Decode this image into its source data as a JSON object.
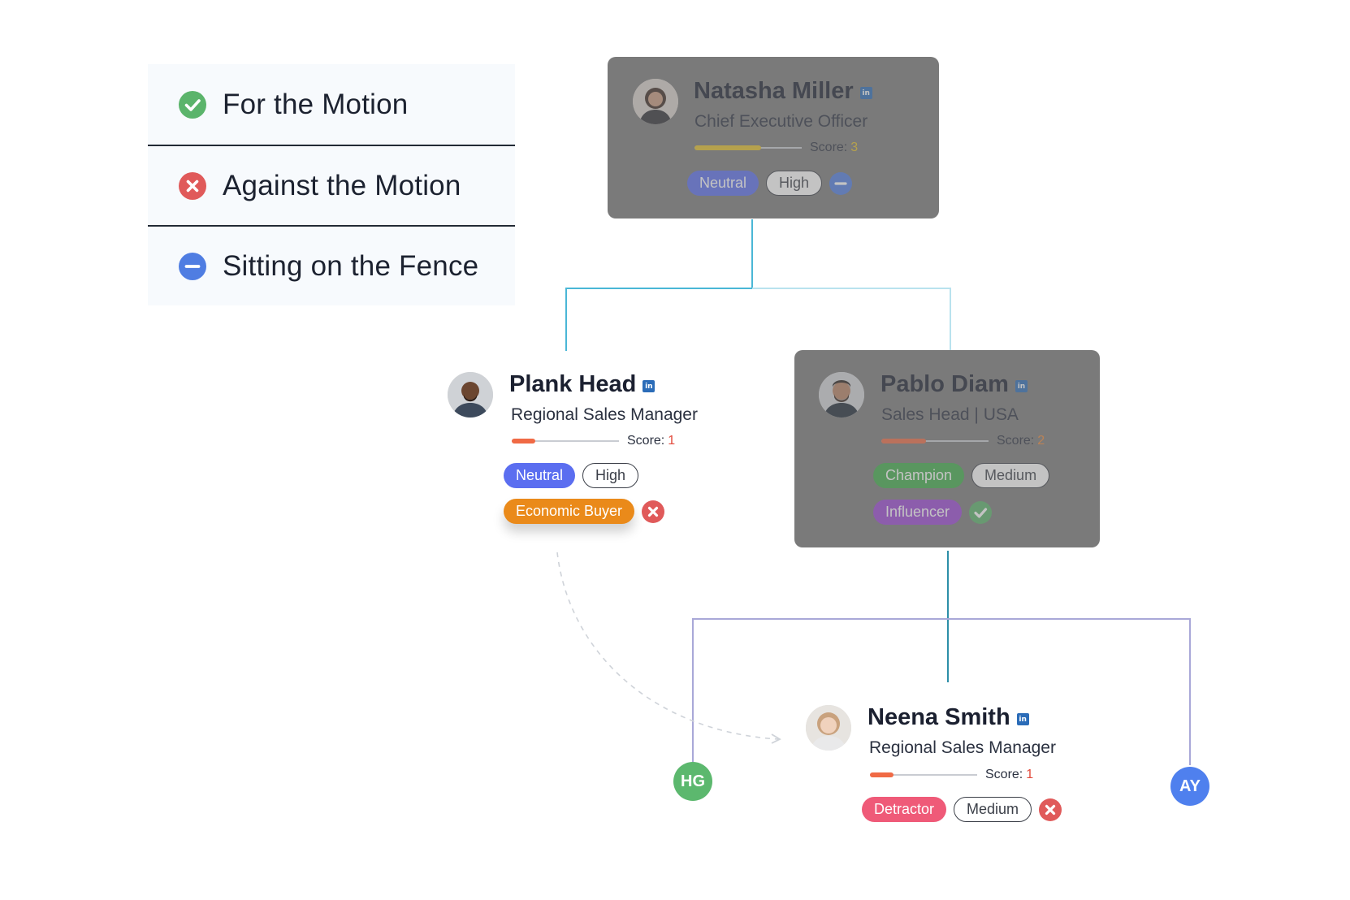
{
  "legend": {
    "items": [
      {
        "label": "For the Motion",
        "icon": "check-circle-icon",
        "color": "#5bb46b"
      },
      {
        "label": "Against the Motion",
        "icon": "x-circle-icon",
        "color": "#e05a5a"
      },
      {
        "label": "Sitting on the Fence",
        "icon": "minus-circle-icon",
        "color": "#4f7de2"
      }
    ]
  },
  "people": {
    "natasha": {
      "name": "Natasha Miller",
      "title": "Chief Executive Officer",
      "score_label": "Score:",
      "score": "3",
      "score_fill": 0.62,
      "score_color": "#e6c229",
      "tags": {
        "stance": "Neutral",
        "influence": "High"
      },
      "status": "minus-circle-icon",
      "dimmed": true
    },
    "plank": {
      "name": "Plank Head",
      "title": "Regional Sales Manager",
      "score_label": "Score:",
      "score": "1",
      "score_fill": 0.22,
      "score_color": "#f06a45",
      "tags": {
        "stance": "Neutral",
        "influence": "High",
        "role": "Economic Buyer"
      },
      "status": "x-circle-icon",
      "dimmed": false
    },
    "pablo": {
      "name": "Pablo Diam",
      "title": "Sales Head | USA",
      "score_label": "Score:",
      "score": "2",
      "score_fill": 0.42,
      "score_color": "#f06a45",
      "tags": {
        "stance": "Champion",
        "influence": "Medium",
        "role": "Influencer"
      },
      "status": "check-circle-icon",
      "dimmed": true
    },
    "neena": {
      "name": "Neena Smith",
      "title": "Regional Sales Manager",
      "score_label": "Score:",
      "score": "1",
      "score_fill": 0.22,
      "score_color": "#f06a45",
      "tags": {
        "stance": "Detractor",
        "influence": "Medium"
      },
      "status": "x-circle-icon",
      "dimmed": false
    }
  },
  "bubbles": [
    {
      "initials": "HG",
      "color": "#5cb86e"
    },
    {
      "initials": "AY",
      "color": "#4f80ee"
    }
  ],
  "linkedin_label": "in",
  "colors": {
    "neutral": "#5b6ef0",
    "champion": "#3fae49",
    "influencer": "#9b46d6",
    "economic_buyer": "#ea8a1a",
    "detractor": "#ef5a78",
    "connector": "#6cc6de",
    "connector_purple": "#a9a8d8"
  }
}
